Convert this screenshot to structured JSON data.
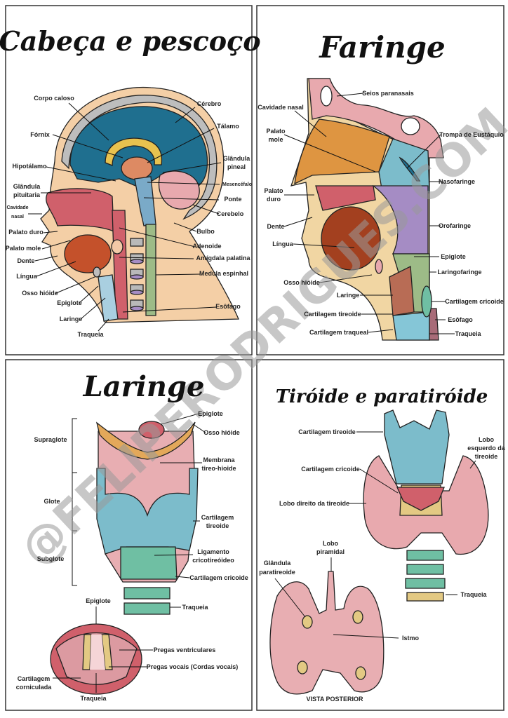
{
  "watermark": "@FELIPERODRIGUES.COM",
  "panels": {
    "head": {
      "title": "Cabeça e pescoço",
      "labels": [
        "Corpo caloso",
        "Cérebro",
        "Fórnix",
        "Tálamo",
        "Hipotálamo",
        "Glândula",
        "pineal",
        "Glândula",
        "pituitaria",
        "Mesencéfalo",
        "Cavidade",
        "nasal",
        "Ponte",
        "Cerebelo",
        "Palato duro",
        "Bulbo",
        "Palato mole",
        "Adenoide",
        "Dente",
        "Amígdala palatina",
        "Língua",
        "Medula espinhal",
        "Osso hióide",
        "Epiglote",
        "Esôfago",
        "Laringe",
        "Traqueia"
      ]
    },
    "pharynx": {
      "title": "Faringe",
      "labels": [
        "Seios paranasais",
        "Cavidade nasal",
        "Palato",
        "mole",
        "Trompa de Eustáquio",
        "Nasofaringe",
        "Palato",
        "duro",
        "Dente",
        "Orofaringe",
        "Língua",
        "Epiglote",
        "Laringofaringe",
        "Osso hióide",
        "Laringe",
        "Cartilagem cricoide",
        "Cartilagem tireoide",
        "Esôfago",
        "Cartilagem traqueal",
        "Traqueia"
      ]
    },
    "larynx": {
      "title": "Laringe",
      "labels": [
        "Epiglote",
        "Osso hióide",
        "Supraglote",
        "Membrana",
        "tireo-hioide",
        "Glote",
        "Cartilagem",
        "tireoide",
        "Ligamento",
        "cricotireóideo",
        "Subglote",
        "Cartilagem cricoide",
        "Traqueia",
        "Epiglote",
        "Pregas ventriculares",
        "Pregas vocais (Cordas vocais)",
        "Cartilagem",
        "corniculada",
        "Traqueia"
      ]
    },
    "thyroid": {
      "title": "Tiróide e paratiróide",
      "labels": [
        "Cartilagem tireoide",
        "Lobo",
        "esquerdo da",
        "tireoide",
        "Cartilagem cricoide",
        "Lobo direito da tireoide",
        "Lobo",
        "piramidal",
        "Glândula",
        "paratireoide",
        "Traqueia",
        "Istmo",
        "VISTA POSTERIOR"
      ]
    }
  },
  "colors": {
    "brain": "#1f6f8f",
    "skin": "#f4cfa6",
    "bone": "#bdbdbd",
    "pink": "#e8a9ae",
    "red": "#d0606b",
    "orange": "#e0953a",
    "blue": "#7cbccb",
    "green": "#6fbfa3",
    "yellow": "#e3c983",
    "purple": "#a58cc4",
    "tongue": "#b24a2e"
  }
}
